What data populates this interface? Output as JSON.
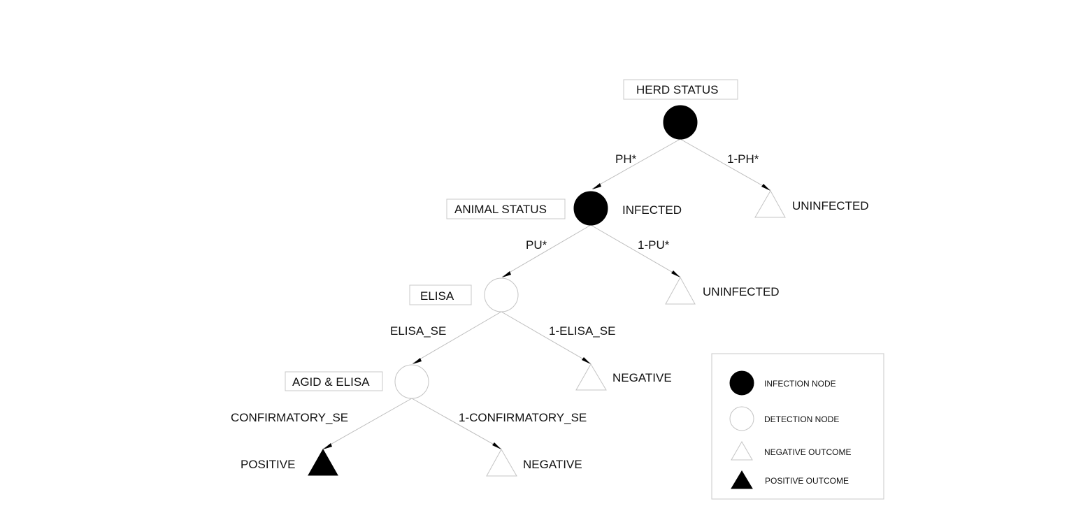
{
  "diagram": {
    "title_boxes": {
      "herd": "HERD STATUS",
      "animal": "ANIMAL STATUS",
      "elisa": "ELISA",
      "agid": "AGID & ELISA"
    },
    "nodes": {
      "herd": {
        "type": "infection"
      },
      "animal": {
        "type": "infection",
        "label": "INFECTED"
      },
      "elisa": {
        "type": "detection"
      },
      "agid": {
        "type": "detection"
      },
      "uninfected_herd": {
        "type": "negative",
        "label": "UNINFECTED"
      },
      "uninfected_animal": {
        "type": "negative",
        "label": "UNINFECTED"
      },
      "negative_elisa": {
        "type": "negative",
        "label": "NEGATIVE"
      },
      "positive": {
        "type": "positive",
        "label": "POSITIVE"
      },
      "negative_confirm": {
        "type": "negative",
        "label": "NEGATIVE"
      }
    },
    "edges": {
      "herd_to_animal": "PH*",
      "herd_to_uninfected": "1-PH*",
      "animal_to_elisa": "PU*",
      "animal_to_uninfected": "1-PU*",
      "elisa_to_agid": "ELISA_SE",
      "elisa_to_negative": "1-ELISA_SE",
      "agid_to_positive": "CONFIRMATORY_SE",
      "agid_to_negative": "1-CONFIRMATORY_SE"
    }
  },
  "legend": {
    "items": [
      {
        "symbol": "filled-circle",
        "label": "INFECTION NODE"
      },
      {
        "symbol": "hollow-circle",
        "label": "DETECTION NODE"
      },
      {
        "symbol": "hollow-triangle",
        "label": "NEGATIVE OUTCOME"
      },
      {
        "symbol": "filled-triangle",
        "label": "POSITIVE OUTCOME"
      }
    ]
  }
}
